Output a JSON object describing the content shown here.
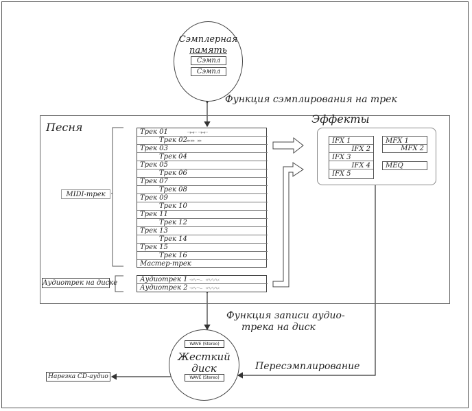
{
  "sampler": {
    "title_line1": "Сэмплерная",
    "title_line2": "память",
    "sample1": "Сэмпл",
    "sample2": "Сэмпл"
  },
  "labels": {
    "sampling_to_track": "Функция сэмплирования на трек",
    "song": "Песня",
    "effects": "Эффекты",
    "midi_track": "MIDI-трек",
    "audio_on_disk": "Аудиотрек на диске",
    "audio_record_line1": "Функция записи аудио-",
    "audio_record_line2": "трека на диск",
    "resampling": "Пересэмплирование",
    "cd_burn": "Нарезка CD-аудио"
  },
  "tracks": [
    "Трек 01",
    "Трек 02",
    "Трек 03",
    "Трек 04",
    "Трек 05",
    "Трек 06",
    "Трек 07",
    "Трек 08",
    "Трек 09",
    "Трек 10",
    "Трек 11",
    "Трек 12",
    "Трек 13",
    "Трек 14",
    "Трек 15",
    "Трек 16",
    "Мастер-трек"
  ],
  "audio_tracks": [
    "Аудиотрек 1",
    "Аудиотрек 2"
  ],
  "ifx": [
    "IFX 1",
    "IFX 2",
    "IFX 3",
    "IFX 4",
    "IFX 5"
  ],
  "mfx": [
    "MFX 1",
    "MFX 2"
  ],
  "meq": "MEQ",
  "disk": {
    "title_line1": "Жесткий",
    "title_line2": "диск",
    "wave1": "WAVE (Stereo)",
    "wave2": "WAVE (Stereo)"
  },
  "colors": {
    "line": "#444444",
    "effects_border": "#888888"
  }
}
